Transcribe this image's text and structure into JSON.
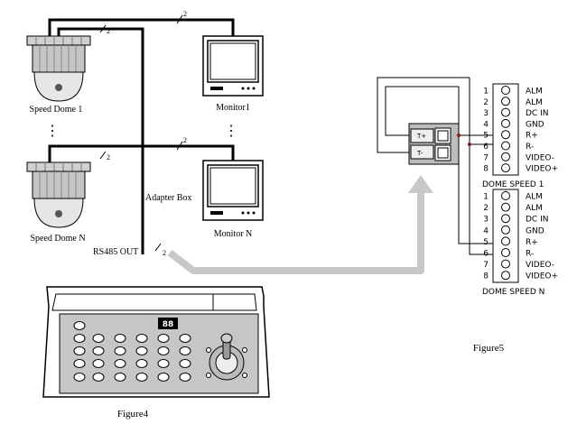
{
  "figure4": {
    "caption": "Figure4",
    "dome1_label": "Speed Dome 1",
    "domeN_label": "Speed Dome N",
    "monitor1_label": "Monitor1",
    "monitorN_label": "Monitor N",
    "adapter_label": "Adapter Box",
    "rs485_label": "RS485 OUT",
    "wire_mark": "2",
    "ellipsis": "⋮",
    "keyboard": {
      "display": "88",
      "joystick_icon": "joystick-icon"
    }
  },
  "figure5": {
    "caption": "Figure5",
    "plug_labels": [
      "T+",
      "T-"
    ],
    "block1_caption": "DOME SPEED 1",
    "blockN_caption": "DOME SPEED N",
    "pins": [
      {
        "num": "1",
        "label": "ALM"
      },
      {
        "num": "2",
        "label": "ALM"
      },
      {
        "num": "3",
        "label": "DC IN"
      },
      {
        "num": "4",
        "label": "GND"
      },
      {
        "num": "5",
        "label": "R+"
      },
      {
        "num": "6",
        "label": "R-"
      },
      {
        "num": "7",
        "label": "VIDEO-"
      },
      {
        "num": "8",
        "label": "VIDEO+"
      }
    ]
  },
  "colors": {
    "line": "#000000",
    "wire_red": "#8b1a1a",
    "arrow": "#c8c8c8",
    "device_gray": "#bdbdbd"
  }
}
